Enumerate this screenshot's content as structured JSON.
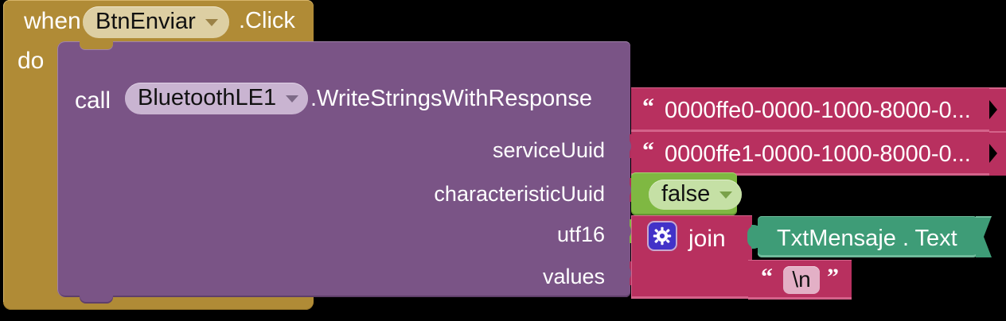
{
  "workspace": {
    "background": "#000000",
    "name": "MIT App Inventor Blocks Editor"
  },
  "colors": {
    "event_gold": "#b08b36",
    "call_purple": "#7a5486",
    "text_crimson": "#b8305f",
    "logic_green": "#7fb842",
    "getter_teal": "#3e9c77",
    "mutator_blue": "#4232c8"
  },
  "event_block": {
    "keyword": "when",
    "component": "BtnEnviar",
    "event_suffix": ".Click",
    "body_keyword": "do",
    "dropdown_icon": "chevron-down-icon"
  },
  "call_block": {
    "keyword": "call",
    "component": "BluetoothLE1",
    "method": ".WriteStringsWithResponse",
    "dropdown_icon": "chevron-down-icon",
    "parameters": [
      {
        "name": "serviceUuid"
      },
      {
        "name": "characteristicUuid"
      },
      {
        "name": "utf16"
      },
      {
        "name": "values"
      }
    ]
  },
  "text_blocks": {
    "service_uuid": {
      "quote_open": "“",
      "value": "0000ffe0-0000-1000-8000-0..."
    },
    "characteristic_uuid": {
      "quote_open": "“",
      "value": "0000ffe1-0000-1000-8000-0..."
    },
    "newline": {
      "quote_open": "“",
      "quote_close": "”",
      "value": "\\n"
    }
  },
  "logic_block": {
    "value": "false",
    "dropdown_icon": "chevron-down-icon"
  },
  "join_block": {
    "label": "join",
    "mutator_icon": "gear-icon"
  },
  "getter_block": {
    "label": "TxtMensaje . Text"
  }
}
